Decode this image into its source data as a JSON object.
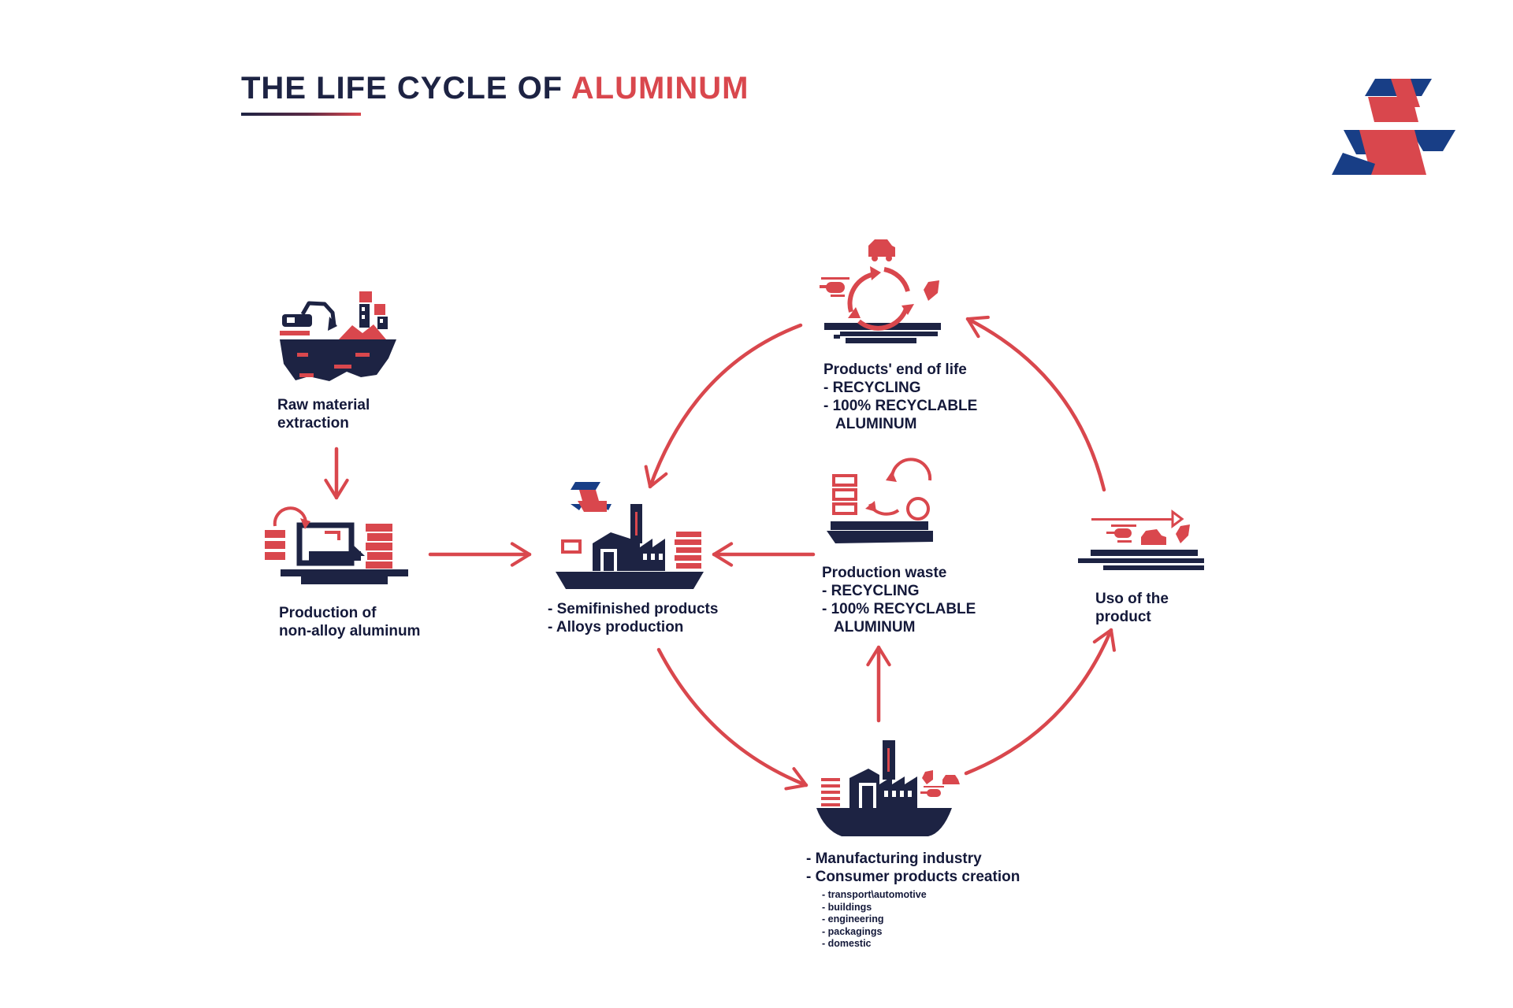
{
  "header": {
    "title_part1": "THE LIFE CYCLE OF",
    "title_part2": "ALUMINUM"
  },
  "colors": {
    "navy": "#1d2343",
    "red": "#d9474d",
    "logo_blue": "#183e86"
  },
  "stages": {
    "raw_material": {
      "line1": "Raw material",
      "line2": "extraction",
      "icon": "mining-island-icon"
    },
    "non_alloy": {
      "line1": "Production of",
      "line2": "non-alloy aluminum",
      "icon": "smelter-icon"
    },
    "semifinished": {
      "line1": "- Semifinished products",
      "line2": "- Alloys production",
      "icon": "factory-icon"
    },
    "production_waste": {
      "line1": "Production waste",
      "line2": "- RECYCLING",
      "line3": "- 100% RECYCLABLE",
      "line4": "ALUMINUM",
      "icon": "waste-recycling-icon"
    },
    "end_of_life": {
      "line1": "Products' end of life",
      "line2": "- RECYCLING",
      "line3": "- 100% RECYCLABLE",
      "line4": "ALUMINUM",
      "icon": "recycling-cycle-icon"
    },
    "use": {
      "line1": "Uso of the",
      "line2": "product",
      "icon": "product-use-icon"
    },
    "manufacturing": {
      "line1": "- Manufacturing industry",
      "line2": "- Consumer products creation",
      "sub_items": [
        "- transport\\automotive",
        "- buildings",
        "- engineering",
        "- packagings",
        "- domestic"
      ],
      "icon": "manufacturing-factory-icon"
    }
  },
  "arrows": [
    {
      "name": "arrow-raw-to-nonalloy",
      "from": "raw_material",
      "to": "non_alloy"
    },
    {
      "name": "arrow-nonalloy-to-semifinished",
      "from": "non_alloy",
      "to": "semifinished"
    },
    {
      "name": "arrow-waste-to-semifinished",
      "from": "production_waste",
      "to": "semifinished"
    },
    {
      "name": "arrow-manufacturing-to-waste",
      "from": "manufacturing",
      "to": "production_waste"
    },
    {
      "name": "arrow-semifinished-to-manufacturing",
      "from": "semifinished",
      "to": "manufacturing"
    },
    {
      "name": "arrow-manufacturing-to-use",
      "from": "manufacturing",
      "to": "use"
    },
    {
      "name": "arrow-use-to-endoflife",
      "from": "use",
      "to": "end_of_life"
    },
    {
      "name": "arrow-endoflife-to-semifinished",
      "from": "end_of_life",
      "to": "semifinished"
    }
  ],
  "logo": {
    "icon": "company-logo-icon"
  }
}
